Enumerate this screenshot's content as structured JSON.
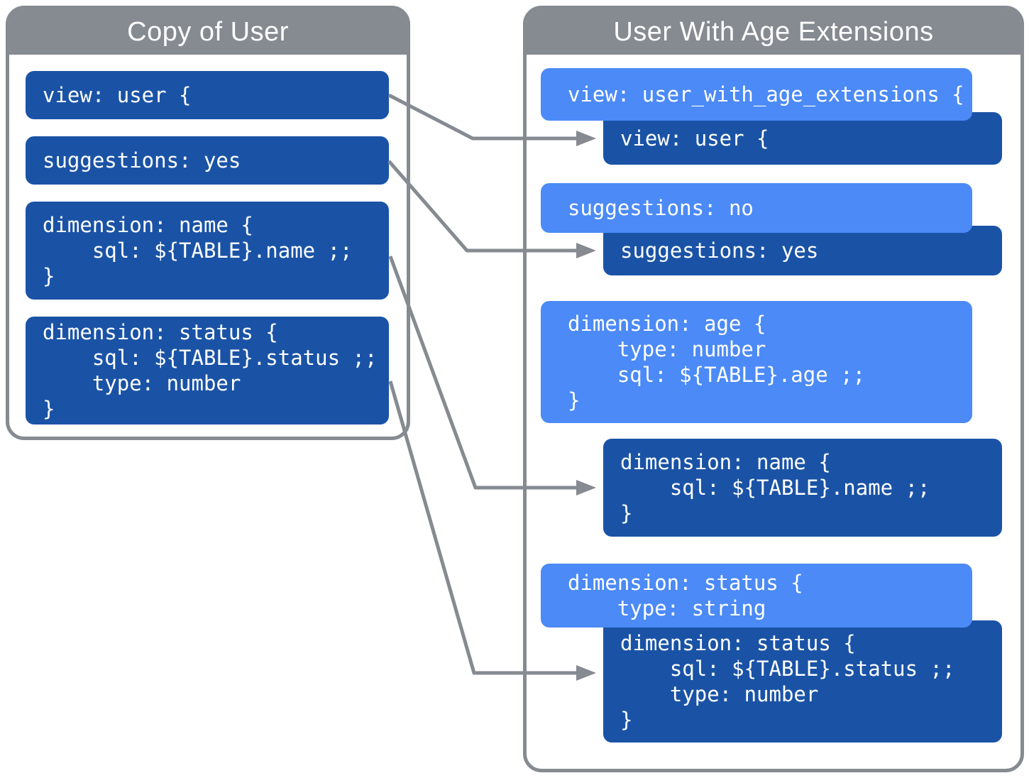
{
  "diagram": {
    "colors": {
      "dark_box": "#1a53a6",
      "light_box": "#4b8af7",
      "frame_gray": "#868a91",
      "text_white": "#ffffff",
      "canvas_bg": "#ffffff"
    },
    "left_panel": {
      "title": "Copy of User",
      "boxes": [
        {
          "style": "dark",
          "lines": [
            "view: user {"
          ]
        },
        {
          "style": "dark",
          "lines": [
            "suggestions: yes"
          ]
        },
        {
          "style": "dark",
          "lines": [
            "dimension: name {",
            "    sql: ${TABLE}.name ;;",
            "}"
          ]
        },
        {
          "style": "dark",
          "lines": [
            "dimension: status {",
            "    sql: ${TABLE}.status ;;",
            "    type: number",
            "}"
          ]
        }
      ]
    },
    "right_panel": {
      "title": "User With Age Extensions",
      "boxes": [
        {
          "style": "light",
          "lines": [
            "view: user_with_age_extensions {"
          ]
        },
        {
          "style": "dark",
          "lines": [
            "view: user {"
          ]
        },
        {
          "style": "light",
          "lines": [
            "suggestions: no"
          ]
        },
        {
          "style": "dark",
          "lines": [
            "suggestions: yes"
          ]
        },
        {
          "style": "light",
          "lines": [
            "dimension: age {",
            "    type: number",
            "    sql: ${TABLE}.age ;;",
            "}"
          ]
        },
        {
          "style": "dark",
          "lines": [
            "dimension: name {",
            "    sql: ${TABLE}.name ;;",
            "}"
          ]
        },
        {
          "style": "light",
          "lines": [
            "dimension: status {",
            "    type: string"
          ]
        },
        {
          "style": "dark",
          "lines": [
            "dimension: status {",
            "    sql: ${TABLE}.status ;;",
            "    type: number",
            "}"
          ]
        }
      ]
    }
  }
}
